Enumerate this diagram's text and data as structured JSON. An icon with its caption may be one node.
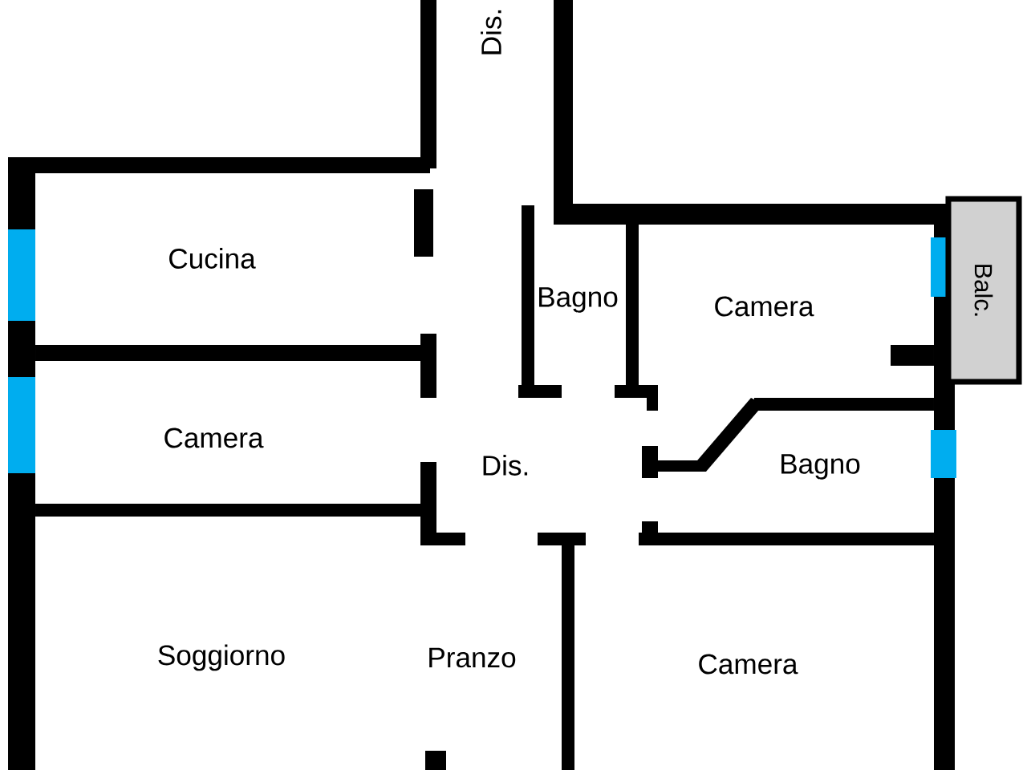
{
  "diagram": {
    "nodes": [
      {
        "text": [
          "Balc."
        ]
      }
    ],
    "labels": [
      "Dis.",
      "Cucina",
      "Bagno",
      "Camera",
      "Camera",
      "Dis.",
      "Bagno",
      "Soggiorno",
      "Pranzo",
      "Camera"
    ]
  }
}
